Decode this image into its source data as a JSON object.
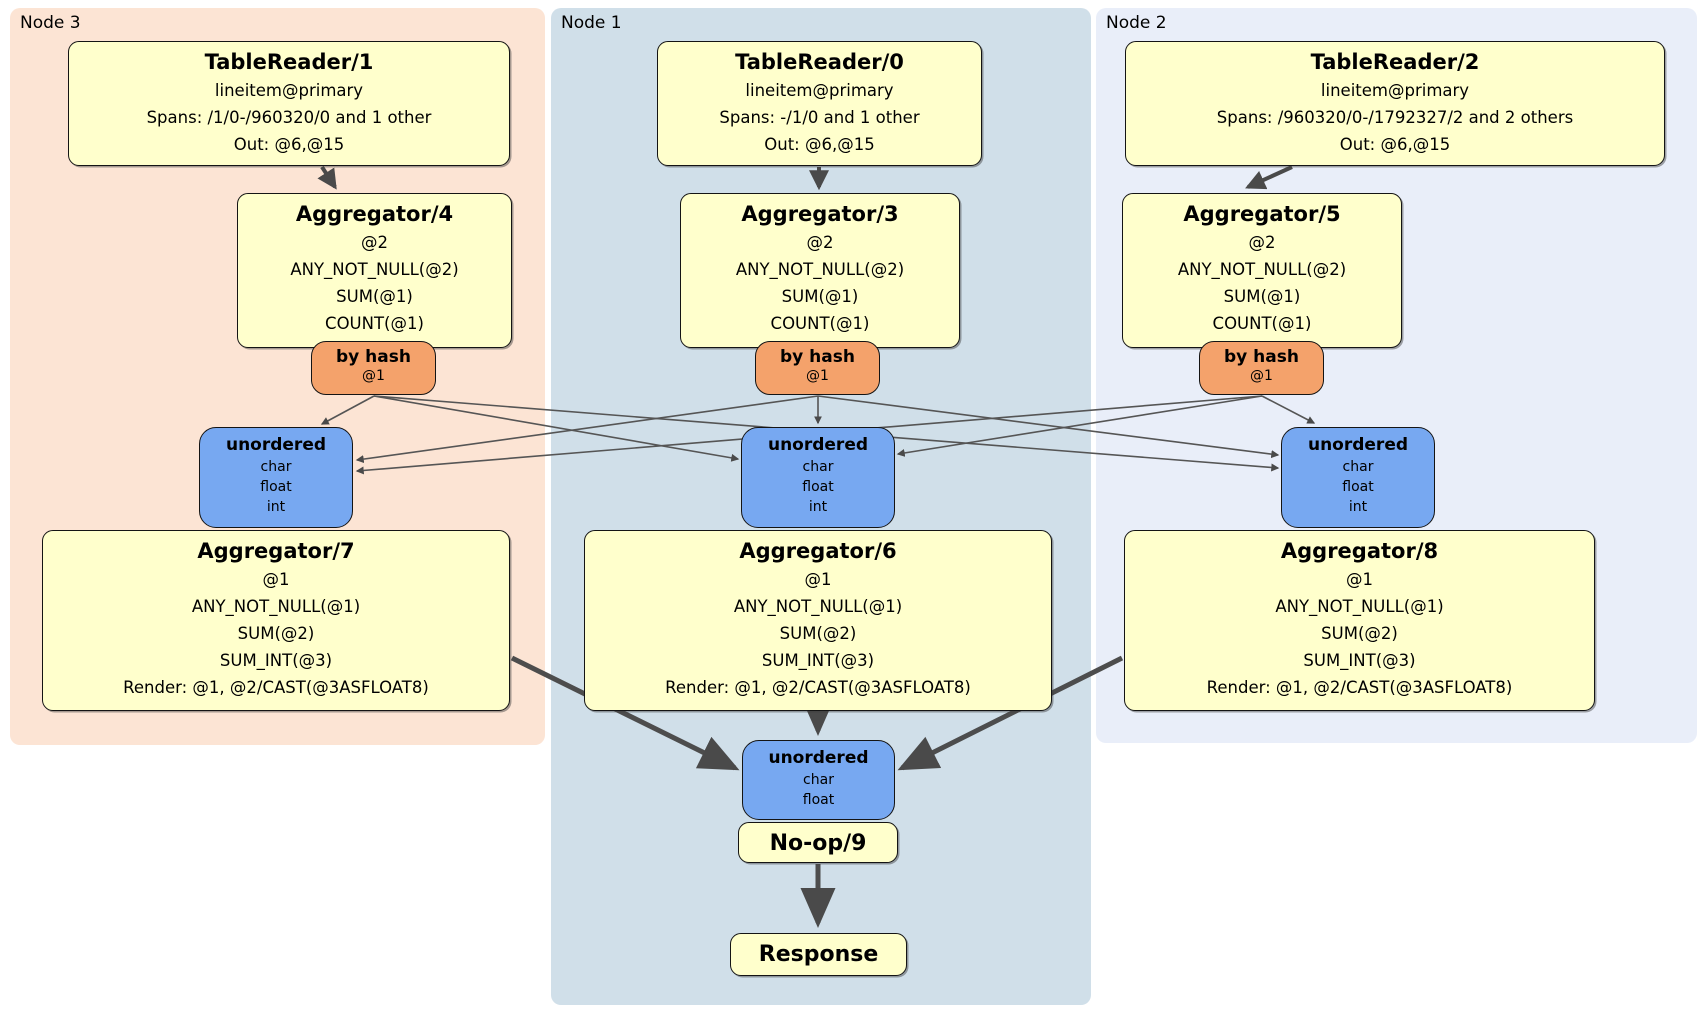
{
  "panels": {
    "node3": {
      "label": "Node 3"
    },
    "node1": {
      "label": "Node 1"
    },
    "node2": {
      "label": "Node 2"
    }
  },
  "processors": {
    "tr1": {
      "title": "TableReader/1",
      "lines": [
        "lineitem@primary",
        "Spans: /1/0-/960320/0 and 1 other",
        "Out: @6,@15"
      ]
    },
    "tr0": {
      "title": "TableReader/0",
      "lines": [
        "lineitem@primary",
        "Spans: -/1/0 and 1 other",
        "Out: @6,@15"
      ]
    },
    "tr2": {
      "title": "TableReader/2",
      "lines": [
        "lineitem@primary",
        "Spans: /960320/0-/1792327/2 and 2 others",
        "Out: @6,@15"
      ]
    },
    "agg4": {
      "title": "Aggregator/4",
      "lines": [
        "@2",
        "ANY_NOT_NULL(@2)",
        "SUM(@1)",
        "COUNT(@1)"
      ]
    },
    "agg3": {
      "title": "Aggregator/3",
      "lines": [
        "@2",
        "ANY_NOT_NULL(@2)",
        "SUM(@1)",
        "COUNT(@1)"
      ]
    },
    "agg5": {
      "title": "Aggregator/5",
      "lines": [
        "@2",
        "ANY_NOT_NULL(@2)",
        "SUM(@1)",
        "COUNT(@1)"
      ]
    },
    "agg7": {
      "title": "Aggregator/7",
      "lines": [
        "@1",
        "ANY_NOT_NULL(@1)",
        "SUM(@2)",
        "SUM_INT(@3)",
        "Render: @1, @2/CAST(@3ASFLOAT8)"
      ]
    },
    "agg6": {
      "title": "Aggregator/6",
      "lines": [
        "@1",
        "ANY_NOT_NULL(@1)",
        "SUM(@2)",
        "SUM_INT(@3)",
        "Render: @1, @2/CAST(@3ASFLOAT8)"
      ]
    },
    "agg8": {
      "title": "Aggregator/8",
      "lines": [
        "@1",
        "ANY_NOT_NULL(@1)",
        "SUM(@2)",
        "SUM_INT(@3)",
        "Render: @1, @2/CAST(@3ASFLOAT8)"
      ]
    },
    "noop": {
      "title": "No-op/9"
    },
    "response": {
      "title": "Response"
    }
  },
  "routers": {
    "r4": {
      "title": "by hash",
      "detail": "@1"
    },
    "r3": {
      "title": "by hash",
      "detail": "@1"
    },
    "r5": {
      "title": "by hash",
      "detail": "@1"
    }
  },
  "syncs": {
    "u7": {
      "title": "unordered",
      "types": [
        "char",
        "float",
        "int"
      ]
    },
    "u6": {
      "title": "unordered",
      "types": [
        "char",
        "float",
        "int"
      ]
    },
    "u8": {
      "title": "unordered",
      "types": [
        "char",
        "float",
        "int"
      ]
    },
    "u9": {
      "title": "unordered",
      "types": [
        "char",
        "float"
      ]
    }
  },
  "colors": {
    "panel_node3": "#fce4d4",
    "panel_node1": "#d0dfe9",
    "panel_node2": "#e9eef9",
    "processor_fill": "#ffffcc",
    "router_fill": "#f4a26b",
    "sync_fill": "#77a8f1",
    "edge": "#555555",
    "border": "#141414"
  }
}
